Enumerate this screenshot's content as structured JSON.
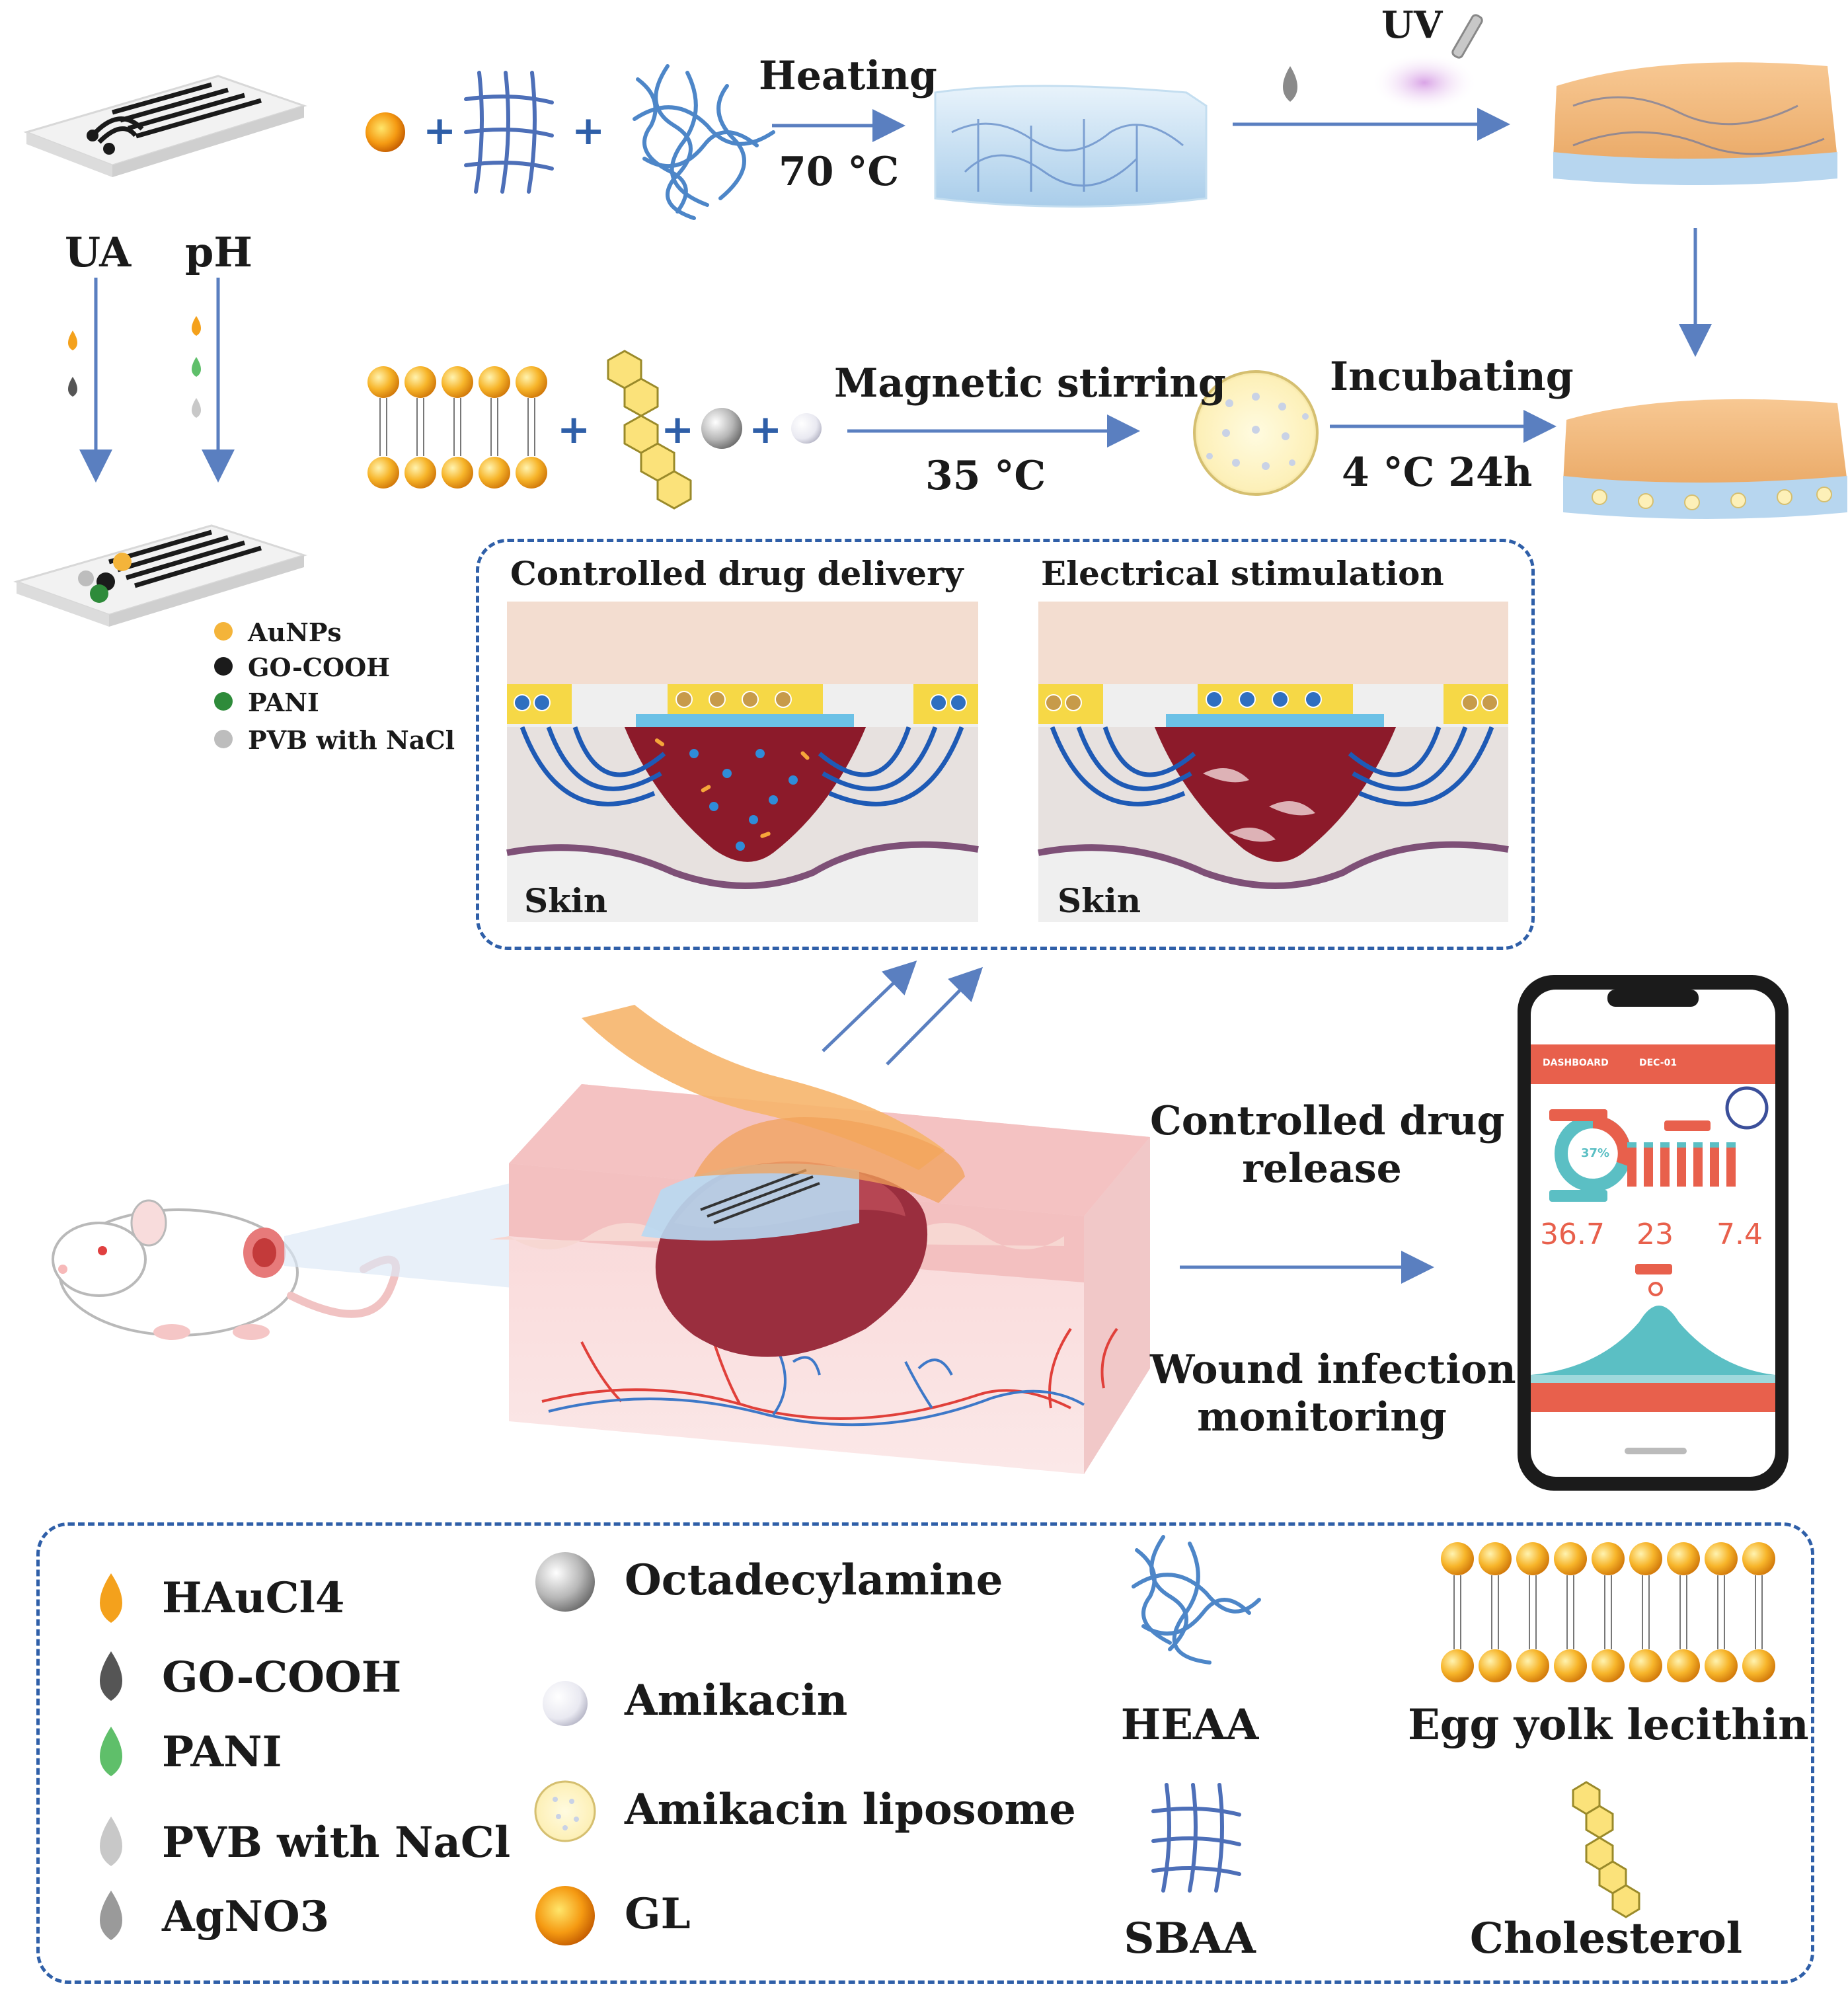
{
  "top_row": {
    "heating_label": "Heating",
    "heating_temp": "70 °C",
    "uv_label": "UV"
  },
  "sensor": {
    "ua_label": "UA",
    "ph_label": "pH",
    "legend": [
      "AuNPs",
      "GO-COOH",
      "PANI",
      "PVB with NaCl"
    ],
    "legend_colors": [
      "#f4b43a",
      "#1b1b1b",
      "#2e8b3a",
      "#bdbdbd"
    ]
  },
  "middle_row": {
    "stirring_label": "Magnetic stirring",
    "stirring_temp": "35 °C",
    "incubating_label": "Incubating",
    "incubating_cond": "4 °C 24h"
  },
  "inset": {
    "left_title": "Controlled drug delivery",
    "right_title": "Electrical stimulation",
    "skin_left": "Skin",
    "skin_right": "Skin"
  },
  "wound": {
    "release_line1": "Controlled drug",
    "release_line2": "release",
    "monitor_line1": "Wound infection",
    "monitor_line2": "monitoring"
  },
  "phone": {
    "header_left": "DASHBOARD",
    "header_mid": "DEC-01",
    "ring_value": "37%",
    "readings": [
      "36.7",
      "23",
      "7.4"
    ],
    "accent_color": "#e8604c",
    "teal_color": "#5bbfc4"
  },
  "legend": {
    "drops": [
      "HAuCl4",
      "GO-COOH",
      "PANI",
      "PVB with NaCl",
      "AgNO3"
    ],
    "drop_colors": [
      "#f4a11c",
      "#555555",
      "#5fbf6a",
      "#c8c8c8",
      "#9a9a9a"
    ],
    "spheres": [
      "Octadecylamine",
      "Amikacin",
      "Amikacin liposome",
      "GL"
    ],
    "heaa": "HEAA",
    "sbaa": "SBAA",
    "lecithin": "Egg yolk lecithin",
    "cholesterol": "Cholesterol"
  }
}
